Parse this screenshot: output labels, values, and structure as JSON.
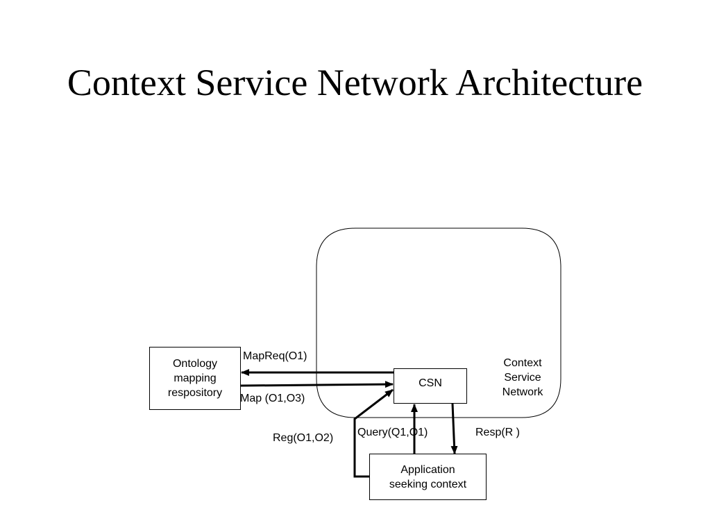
{
  "title": "Context Service Network Architecture",
  "nodes": {
    "ontology": "Ontology\nmapping\nrespository",
    "csn": "CSN",
    "application": "Application\nseeking context",
    "network": "Context\nService\nNetwork"
  },
  "edges": {
    "mapreq": "MapReq(O1)",
    "map": "Map (O1,O3)",
    "reg": "Reg(O1,O2)",
    "query": "Query(Q1,O1)",
    "resp": "Resp(R )"
  }
}
